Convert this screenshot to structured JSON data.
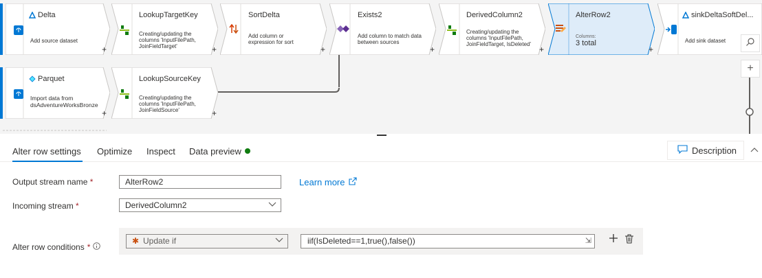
{
  "canvas": {
    "row1": [
      {
        "title": "Delta",
        "desc": "Add source dataset",
        "icon": "source-icon"
      },
      {
        "title": "LookupTargetKey",
        "desc": "Creating/updating the columns 'InputFilePath, JoinFieldTarget'",
        "icon": "lookup-icon"
      },
      {
        "title": "SortDelta",
        "desc": "Add column or expression for sort",
        "icon": "sort-icon"
      },
      {
        "title": "Exists2",
        "desc": "Add column to match data between sources",
        "icon": "exists-icon"
      },
      {
        "title": "DerivedColumn2",
        "desc": "Creating/updating the columns 'InputFilePath, JoinFieldTarget, IsDeleted'",
        "icon": "derived-column-icon"
      },
      {
        "title": "AlterRow2",
        "desc_small": "Columns:",
        "desc_big": "3 total",
        "icon": "alter-row-icon"
      },
      {
        "title": "sinkDeltaSoftDel...",
        "desc": "Add sink dataset",
        "icon": "sink-icon"
      }
    ],
    "row2": [
      {
        "title": "Parquet",
        "desc": "Import data from dsAdventureWorksBronze",
        "icon": "source-icon"
      },
      {
        "title": "LookupSourceKey",
        "desc": "Creating/updating the columns 'InputFilePath, JoinFieldSource'",
        "icon": "lookup-icon"
      }
    ],
    "plus": "+"
  },
  "zoom": {
    "zoom_in": "+",
    "search": "search-icon"
  },
  "tabs": {
    "settings": "Alter row settings",
    "optimize": "Optimize",
    "inspect": "Inspect",
    "preview": "Data preview",
    "description": "Description"
  },
  "form": {
    "output_stream_label": "Output stream name",
    "output_stream_value": "AlterRow2",
    "learn_more": "Learn more",
    "incoming_stream_label": "Incoming stream",
    "incoming_stream_value": "DerivedColumn2",
    "conditions_label": "Alter row conditions",
    "condition_type": "Update if",
    "condition_expr": "iif(IsDeleted==1,true(),false())",
    "required_mark": "*"
  },
  "colors": {
    "accent": "#0078d4",
    "selected_fill": "#deecf9",
    "preview_dot": "#107c10"
  }
}
